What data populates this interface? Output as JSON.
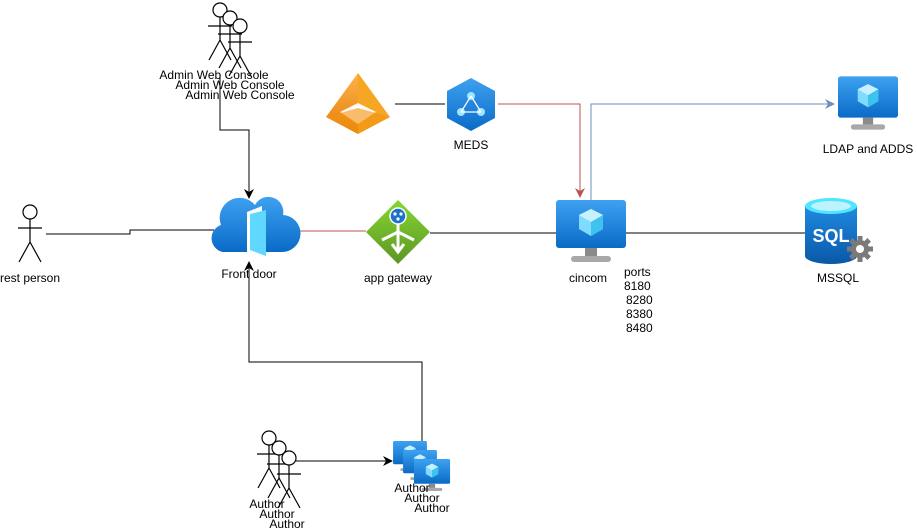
{
  "nodes": {
    "admin_console": {
      "labels": [
        "Admin Web Console",
        "Admin Web Console",
        "Admin Web Console"
      ],
      "icon": "actor-icon"
    },
    "rest_person": {
      "label": "rest person",
      "icon": "actor-icon"
    },
    "front_door": {
      "label": "Front door",
      "icon": "front-door-icon"
    },
    "identity": {
      "label": "",
      "icon": "identity-pyramid-icon"
    },
    "meds": {
      "label": "MEDS",
      "icon": "domain-services-icon"
    },
    "app_gateway": {
      "label": "app gateway",
      "icon": "app-gateway-icon"
    },
    "cincom": {
      "label": "cincom",
      "icon": "virtual-machine-icon"
    },
    "ports": {
      "title": "ports",
      "values": [
        "8180",
        "8280",
        "8380",
        "8480"
      ]
    },
    "ldap": {
      "label": "LDAP and ADDS",
      "icon": "virtual-machine-icon"
    },
    "mssql": {
      "label": "MSSQL",
      "icon": "sql-database-icon"
    },
    "author": {
      "labels": [
        "Author",
        "Author",
        "Author"
      ],
      "icon": "actor-icon"
    },
    "author_vms": {
      "labels": [
        "Author",
        "Author",
        "Author"
      ],
      "icon": "vm-scale-set-icon"
    }
  },
  "colors": {
    "azure_blue": "#0078d4",
    "light_blue": "#50e6ff",
    "green": "#76bc2d",
    "orange": "#f7941d",
    "red_edge": "#b85450",
    "blue_edge": "#6c8ebf",
    "black_edge": "#000000"
  }
}
